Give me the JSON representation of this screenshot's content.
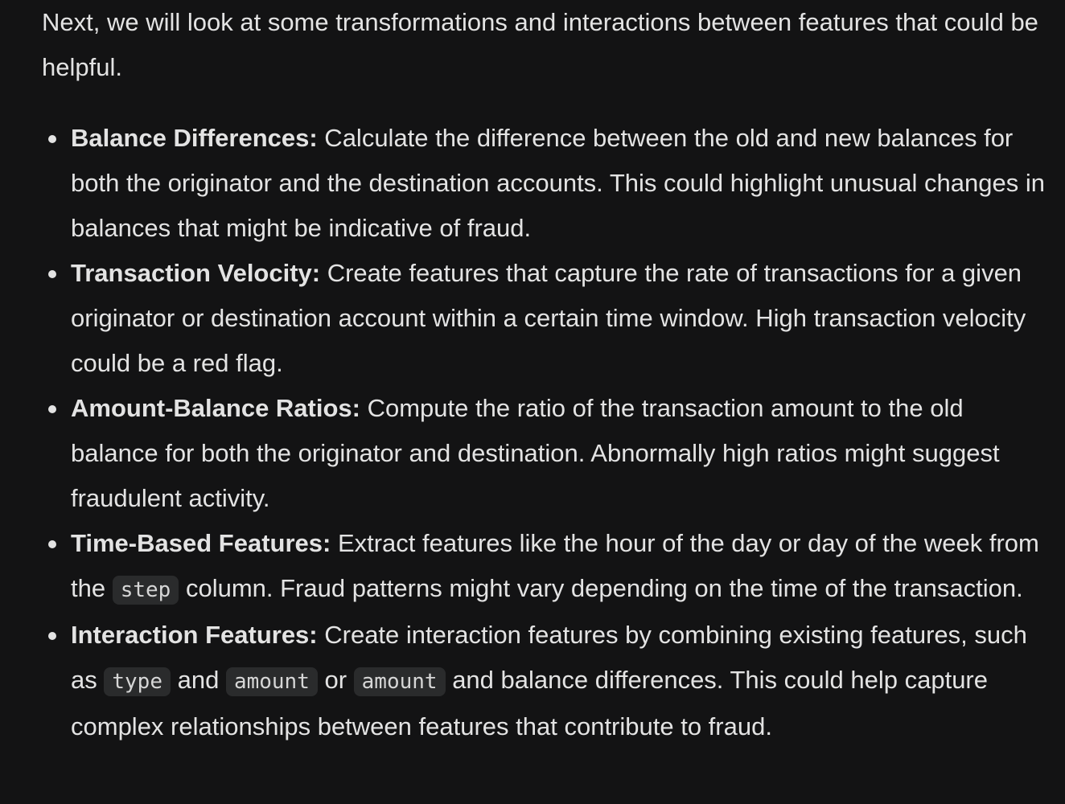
{
  "intro": "Next, we will look at some transformations and interactions between features that could be helpful.",
  "items": [
    {
      "term": "Balance Differences:",
      "text": " Calculate the difference between the old and new balances for both the originator and the destination accounts. This could highlight unusual changes in balances that might be indicative of fraud."
    },
    {
      "term": "Transaction Velocity:",
      "text": " Create features that capture the rate of transactions for a given originator or destination account within a certain time window. High transaction velocity could be a red flag."
    },
    {
      "term": "Amount-Balance Ratios:",
      "text": " Compute the ratio of the transaction amount to the old balance for both the originator and destination. Abnormally high ratios might suggest fraudulent activity."
    },
    {
      "term": "Time-Based Features:",
      "text_a": " Extract features like the hour of the day or day of the week from the ",
      "code_a": "step",
      "text_b": " column. Fraud patterns might vary depending on the time of the transaction."
    },
    {
      "term": "Interaction Features:",
      "text_a": " Create interaction features by combining existing features, such as ",
      "code_a": "type",
      "text_b": " and ",
      "code_b": "amount",
      "text_c": " or ",
      "code_c": "amount",
      "text_d": " and balance differences. This could help capture complex relationships between features that contribute to fraud."
    }
  ]
}
